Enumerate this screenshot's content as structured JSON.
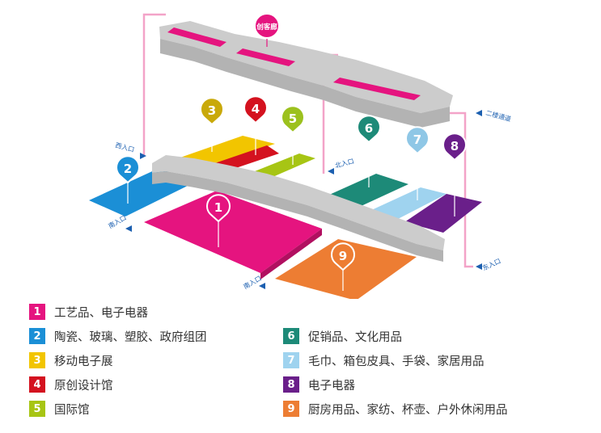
{
  "map": {
    "pins": [
      {
        "num": "1",
        "color": "#e5147f"
      },
      {
        "num": "2",
        "color": "#1b8fd6"
      },
      {
        "num": "3",
        "color": "#c9a90a"
      },
      {
        "num": "4",
        "color": "#d4121f"
      },
      {
        "num": "5",
        "color": "#9cc11e"
      },
      {
        "num": "6",
        "color": "#1d8a78"
      },
      {
        "num": "7",
        "color": "#8fc7e6"
      },
      {
        "num": "8",
        "color": "#6a1f8a"
      },
      {
        "num": "9",
        "color": "#ed7d33"
      }
    ],
    "top_badge": "创客廊",
    "entrances": {
      "west": "西入口",
      "north": "北入口",
      "south1": "南入口",
      "south2": "南入口",
      "east": "东入口",
      "second_floor": "二楼通道"
    }
  },
  "legend": {
    "left": [
      {
        "num": "1",
        "label": "工艺品、电子电器",
        "color": "#e5147f"
      },
      {
        "num": "2",
        "label": "陶瓷、玻璃、塑胶、政府组团",
        "color": "#1b8fd6"
      },
      {
        "num": "3",
        "label": "移动电子展",
        "color": "#f2c500"
      },
      {
        "num": "4",
        "label": "原创设计馆",
        "color": "#d4121f"
      },
      {
        "num": "5",
        "label": "国际馆",
        "color": "#a7c514"
      }
    ],
    "right": [
      {
        "num": "6",
        "label": "促销品、文化用品",
        "color": "#1d8a78"
      },
      {
        "num": "7",
        "label": "毛巾、箱包皮具、手袋、家居用品",
        "color": "#9fd3ef"
      },
      {
        "num": "8",
        "label": "电子电器",
        "color": "#6a1f8a"
      },
      {
        "num": "9",
        "label": "厨房用品、家纺、杯壶、户外休闲用品",
        "color": "#ed7d33"
      }
    ]
  }
}
